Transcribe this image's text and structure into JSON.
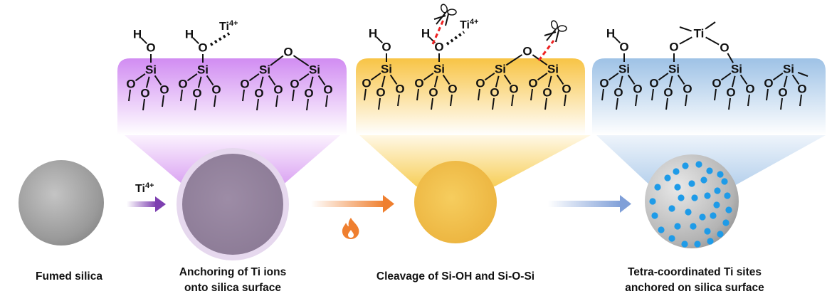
{
  "atoms": {
    "si": "Si",
    "o": "O",
    "h": "H",
    "ti": "Ti",
    "ti_charge": "4+"
  },
  "arrow_label": {
    "ti": "Ti",
    "charge": "4+"
  },
  "captions": {
    "step1": [
      "Fumed silica"
    ],
    "step2": [
      "Anchoring of Ti ions",
      "onto silica surface"
    ],
    "step3": [
      "Cleavage of Si-OH and Si-O-Si"
    ],
    "step4": [
      "Tetra-coordinated Ti sites",
      "anchored on silica surface"
    ]
  },
  "colors": {
    "purple": "#d18cf2",
    "yellow": "#f8c445",
    "blue": "#9ec2e6",
    "ti_dot": "#1e9be8",
    "flame": "#ef7f2f",
    "cut": "#ee2222"
  }
}
